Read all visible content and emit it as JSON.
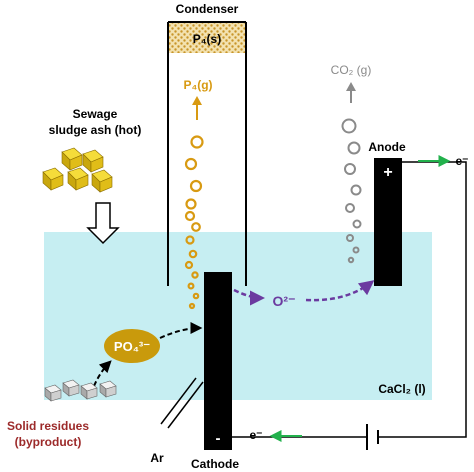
{
  "labels": {
    "condenser": "Condenser",
    "p4_solid": "P₄(s)",
    "p4_gas": "P₄(g)",
    "co2_gas": "CO₂ (g)",
    "sewage_line1": "Sewage",
    "sewage_line2": "sludge ash (hot)",
    "anode": "Anode",
    "anode_sign": "+",
    "cathode": "Cathode",
    "cathode_sign": "-",
    "electron_top": "e⁻",
    "electron_bottom": "e⁻",
    "oxide_ion": "O²⁻",
    "phosphate_ion": "PO₄³⁻",
    "electrolyte": "CaCl₂ (l)",
    "argon": "Ar",
    "residue_line1": "Solid residues",
    "residue_line2": "(byproduct)"
  },
  "colors": {
    "electrolyte": "#c6eef2",
    "phosphorus": "#d89a12",
    "phosphate_fill": "#c99a0c",
    "oxide_arrow": "#6b3aa0",
    "co2_bubbles": "#8a8a8a",
    "electron_arrow": "#22b14c",
    "residue_text": "#9c2a2a",
    "electrode": "#000000",
    "ash": "#e8c619"
  },
  "icons": {
    "ash_pellets": "yellow-cube-icon",
    "down_arrow": "hollow-down-arrow-icon",
    "residue": "grey-cube-icon"
  }
}
